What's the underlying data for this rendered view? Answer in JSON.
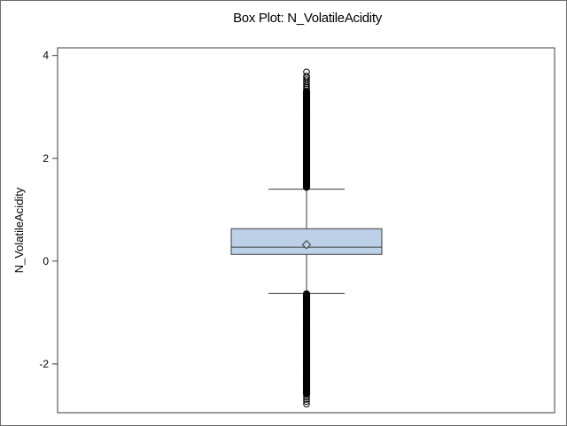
{
  "chart_data": {
    "type": "box",
    "title": "Box Plot: N_VolatileAcidity",
    "xlabel": "",
    "ylabel": "N_VolatileAcidity",
    "ylim": [
      -2.95,
      4.15
    ],
    "yticks": [
      4,
      2,
      0,
      -2
    ],
    "ytick_labels": [
      "4",
      "2",
      "0",
      "-2"
    ],
    "grid": false,
    "legend": "none",
    "series": [
      {
        "whisker_low": -0.63,
        "q1": 0.13,
        "median": 0.27,
        "q3": 0.63,
        "whisker_high": 1.4,
        "mean": 0.32,
        "outliers_high_range": [
          1.43,
          3.68
        ],
        "outliers_low_range": [
          -2.78,
          -0.64
        ],
        "outliers_high_sparse": [
          3.68,
          3.6,
          3.57,
          3.53,
          3.49,
          3.45,
          3.41,
          3.38,
          3.35
        ],
        "outliers_low_sparse": [
          -2.78,
          -2.73,
          -2.69,
          -2.64
        ]
      }
    ],
    "colors": {
      "box_fill": "#bcd0e8",
      "box_stroke": "#3c3c3c",
      "outlier": "#000000"
    }
  }
}
